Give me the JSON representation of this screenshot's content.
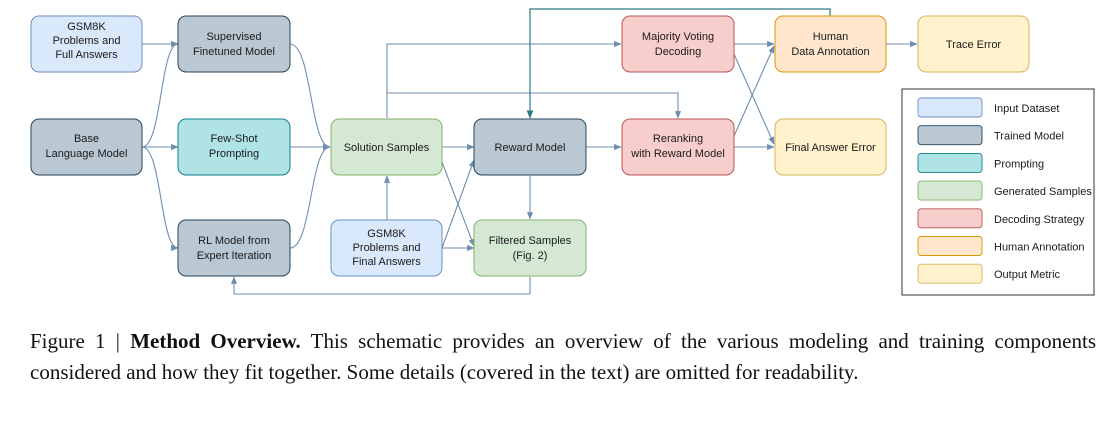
{
  "nodes": {
    "gsm8k_full": [
      "GSM8K",
      "Problems and",
      "Full Answers"
    ],
    "base_lm": [
      "Base",
      "Language Model"
    ],
    "sft": [
      "Supervised",
      "Finetuned Model"
    ],
    "few_shot": [
      "Few-Shot",
      "Prompting"
    ],
    "rl_model": [
      "RL Model from",
      "Expert Iteration"
    ],
    "solution_samples": [
      "Solution Samples"
    ],
    "gsm8k_final": [
      "GSM8K",
      "Problems and",
      "Final Answers"
    ],
    "reward_model": [
      "Reward Model"
    ],
    "filtered_samples": [
      "Filtered Samples",
      "(Fig. 2)"
    ],
    "majority_voting": [
      "Majority Voting",
      "Decoding"
    ],
    "reranking": [
      "Reranking",
      "with Reward Model"
    ],
    "human_annotation": [
      "Human",
      "Data Annotation"
    ],
    "trace_error": [
      "Trace Error"
    ],
    "final_answer_error": [
      "Final Answer Error"
    ]
  },
  "legend": [
    {
      "label": "Input Dataset",
      "fill": "#dae8fc",
      "stroke": "#6c8ebf"
    },
    {
      "label": "Trained Model",
      "fill": "#bac8d3",
      "stroke": "#23445d"
    },
    {
      "label": "Prompting",
      "fill": "#b0e3e6",
      "stroke": "#0e8088"
    },
    {
      "label": "Generated Samples",
      "fill": "#d5e8d4",
      "stroke": "#82b366"
    },
    {
      "label": "Decoding Strategy",
      "fill": "#f8cecc",
      "stroke": "#b85450"
    },
    {
      "label": "Human Annotation",
      "fill": "#ffe6cc",
      "stroke": "#d79b00"
    },
    {
      "label": "Output Metric",
      "fill": "#fff2cc",
      "stroke": "#d6b656"
    }
  ],
  "caption": {
    "prefix": "Figure 1 | ",
    "title": "Method Overview.",
    "body": " This schematic provides an overview of the various modeling and training components considered and how they fit together. Some details (covered in the text) are omitted for readability."
  }
}
